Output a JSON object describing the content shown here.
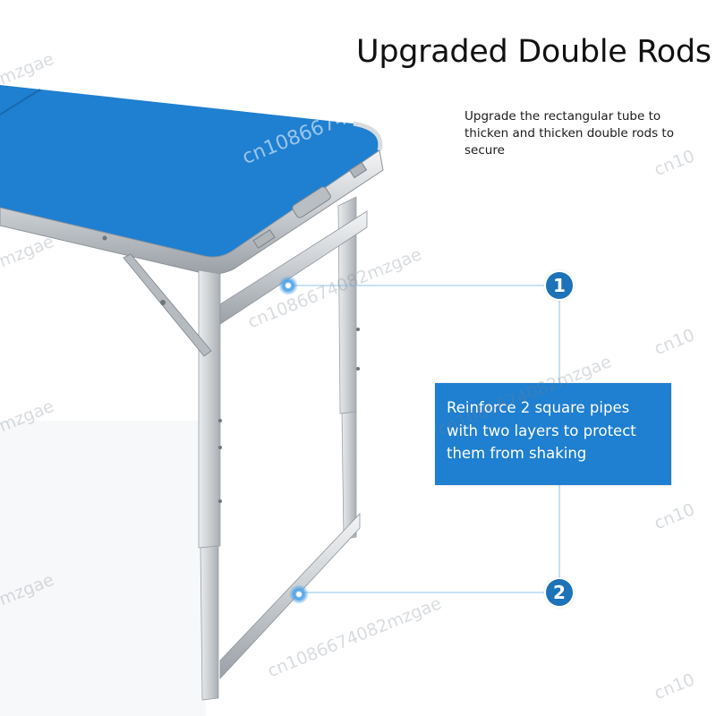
{
  "headline": "Upgraded Double Rods",
  "subtext": "Upgrade the rectangular tube to thicken and thicken double rods to secure",
  "callout": {
    "text": "Reinforce 2 square pipes with two layers to protect them from shaking"
  },
  "markers": {
    "first": "1",
    "second": "2"
  },
  "watermark": {
    "text": "cn1086674082mzgae",
    "fragment_a": "mzgae",
    "fragment_b": "cn10"
  },
  "colors": {
    "tabletop": "#1f7fd0",
    "callout_box": "#1f7fd0",
    "marker": "#1d72b8",
    "aluminum": "#c8ccd0",
    "leader_line": "#8ec3ea"
  },
  "icons": {
    "marker_1": "numbered-circle-icon",
    "marker_2": "numbered-circle-icon"
  }
}
